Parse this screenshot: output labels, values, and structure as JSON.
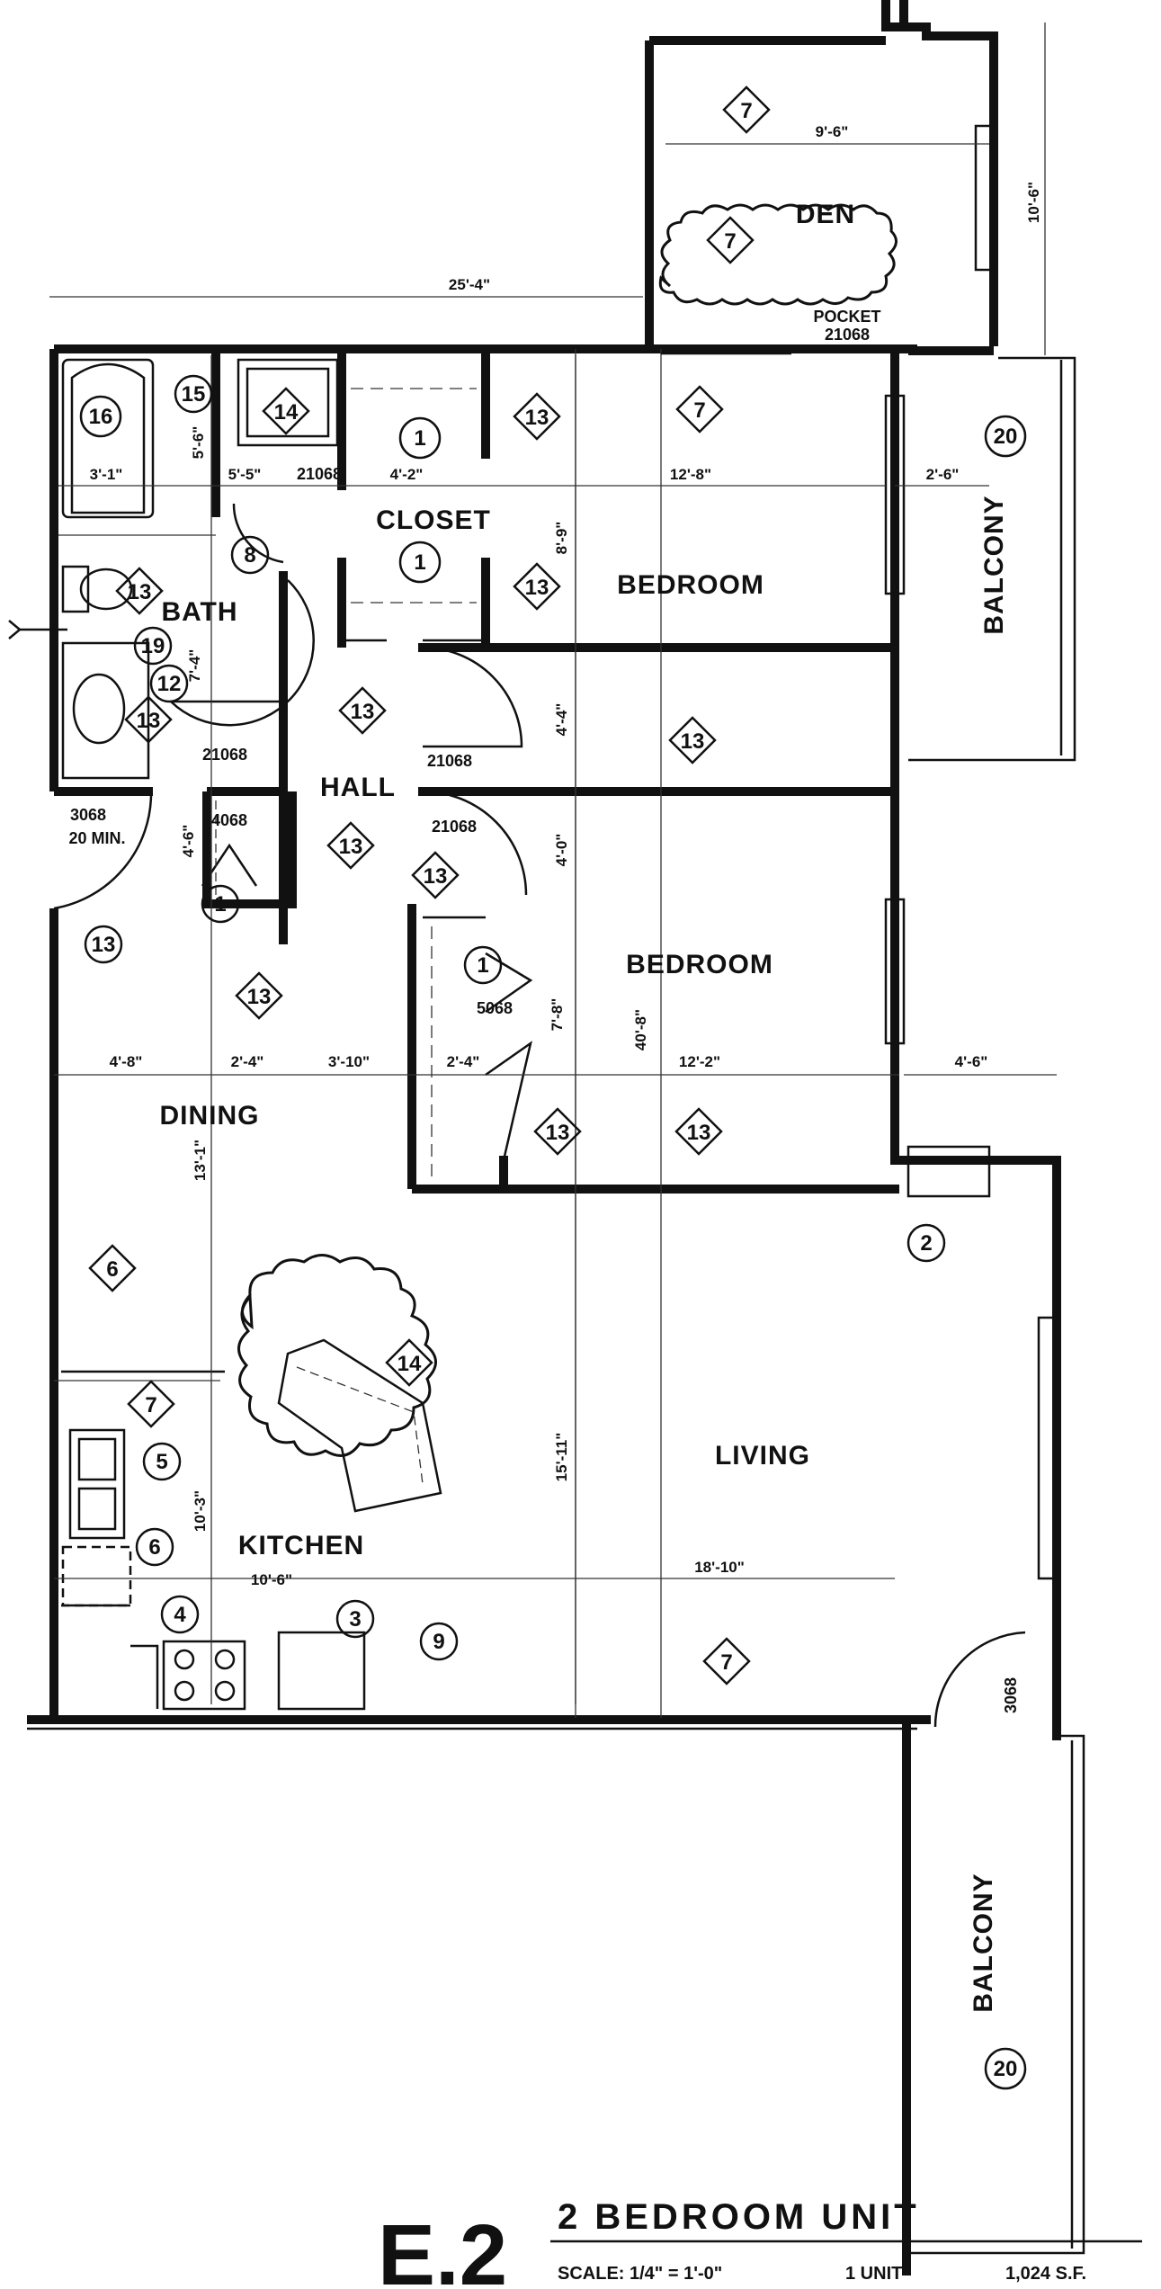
{
  "title": {
    "code": "E.2",
    "unit_name": "2 BEDROOM UNIT",
    "scale": "SCALE: 1/4\" = 1'-0\"",
    "count": "1 UNIT",
    "area": "1,024 S.F."
  },
  "rooms": {
    "den": "DEN",
    "closet": "CLOSET",
    "bath": "BATH",
    "hall": "HALL",
    "bedroom_1": "BEDROOM",
    "bedroom_2": "BEDROOM",
    "dining": "DINING",
    "kitchen": "KITCHEN",
    "living": "LIVING",
    "balcony_1": "BALCONY",
    "balcony_2": "BALCONY"
  },
  "dimensions": {
    "d_9_6": "9'-6\"",
    "d_10_6v": "10'-6\"",
    "d_25_4": "25'-4\"",
    "d_5_6": "5'-6\"",
    "d_3_1": "3'-1\"",
    "d_5_5": "5'-5\"",
    "d_4_2": "4'-2\"",
    "d_12_8": "12'-8\"",
    "d_2_6": "2'-6\"",
    "d_8_9": "8'-9\"",
    "d_7_4": "7'-4\"",
    "d_4_4": "4'-4\"",
    "d_4_6v": "4'-6\"",
    "d_4_0": "4'-0\"",
    "d_7_8": "7'-8\"",
    "d_40_8": "40'-8\"",
    "d_4_8": "4'-8\"",
    "d_2_4a": "2'-4\"",
    "d_3_10": "3'-10\"",
    "d_2_4b": "2'-4\"",
    "d_12_2": "12'-2\"",
    "d_4_6h": "4'-6\"",
    "d_13_1": "13'-1\"",
    "d_10_3": "10'-3\"",
    "d_10_6h": "10'-6\"",
    "d_15_11": "15'-11\"",
    "d_18_10": "18'-10\""
  },
  "doors": {
    "pocket": "POCKET",
    "pocket_code": "21068",
    "bath_door": "21068",
    "hall_left": "21068",
    "hall_right": "21068",
    "bedroom_door": "21068",
    "linen": "4068",
    "entry": "3068",
    "entry_note": "20 MIN.",
    "bedroom_closet": "5068",
    "balcony_door": "3068"
  },
  "callouts": {
    "c1": "1",
    "c2": "2",
    "c3": "3",
    "c4": "4",
    "c5": "5",
    "c6": "6",
    "c7": "7",
    "c8": "8",
    "c9": "9",
    "c12": "12",
    "c13": "13",
    "c14": "14",
    "c15": "15",
    "c16": "16",
    "c19": "19",
    "c20": "20"
  },
  "colors": {
    "ink": "#111111",
    "paper": "#ffffff"
  }
}
